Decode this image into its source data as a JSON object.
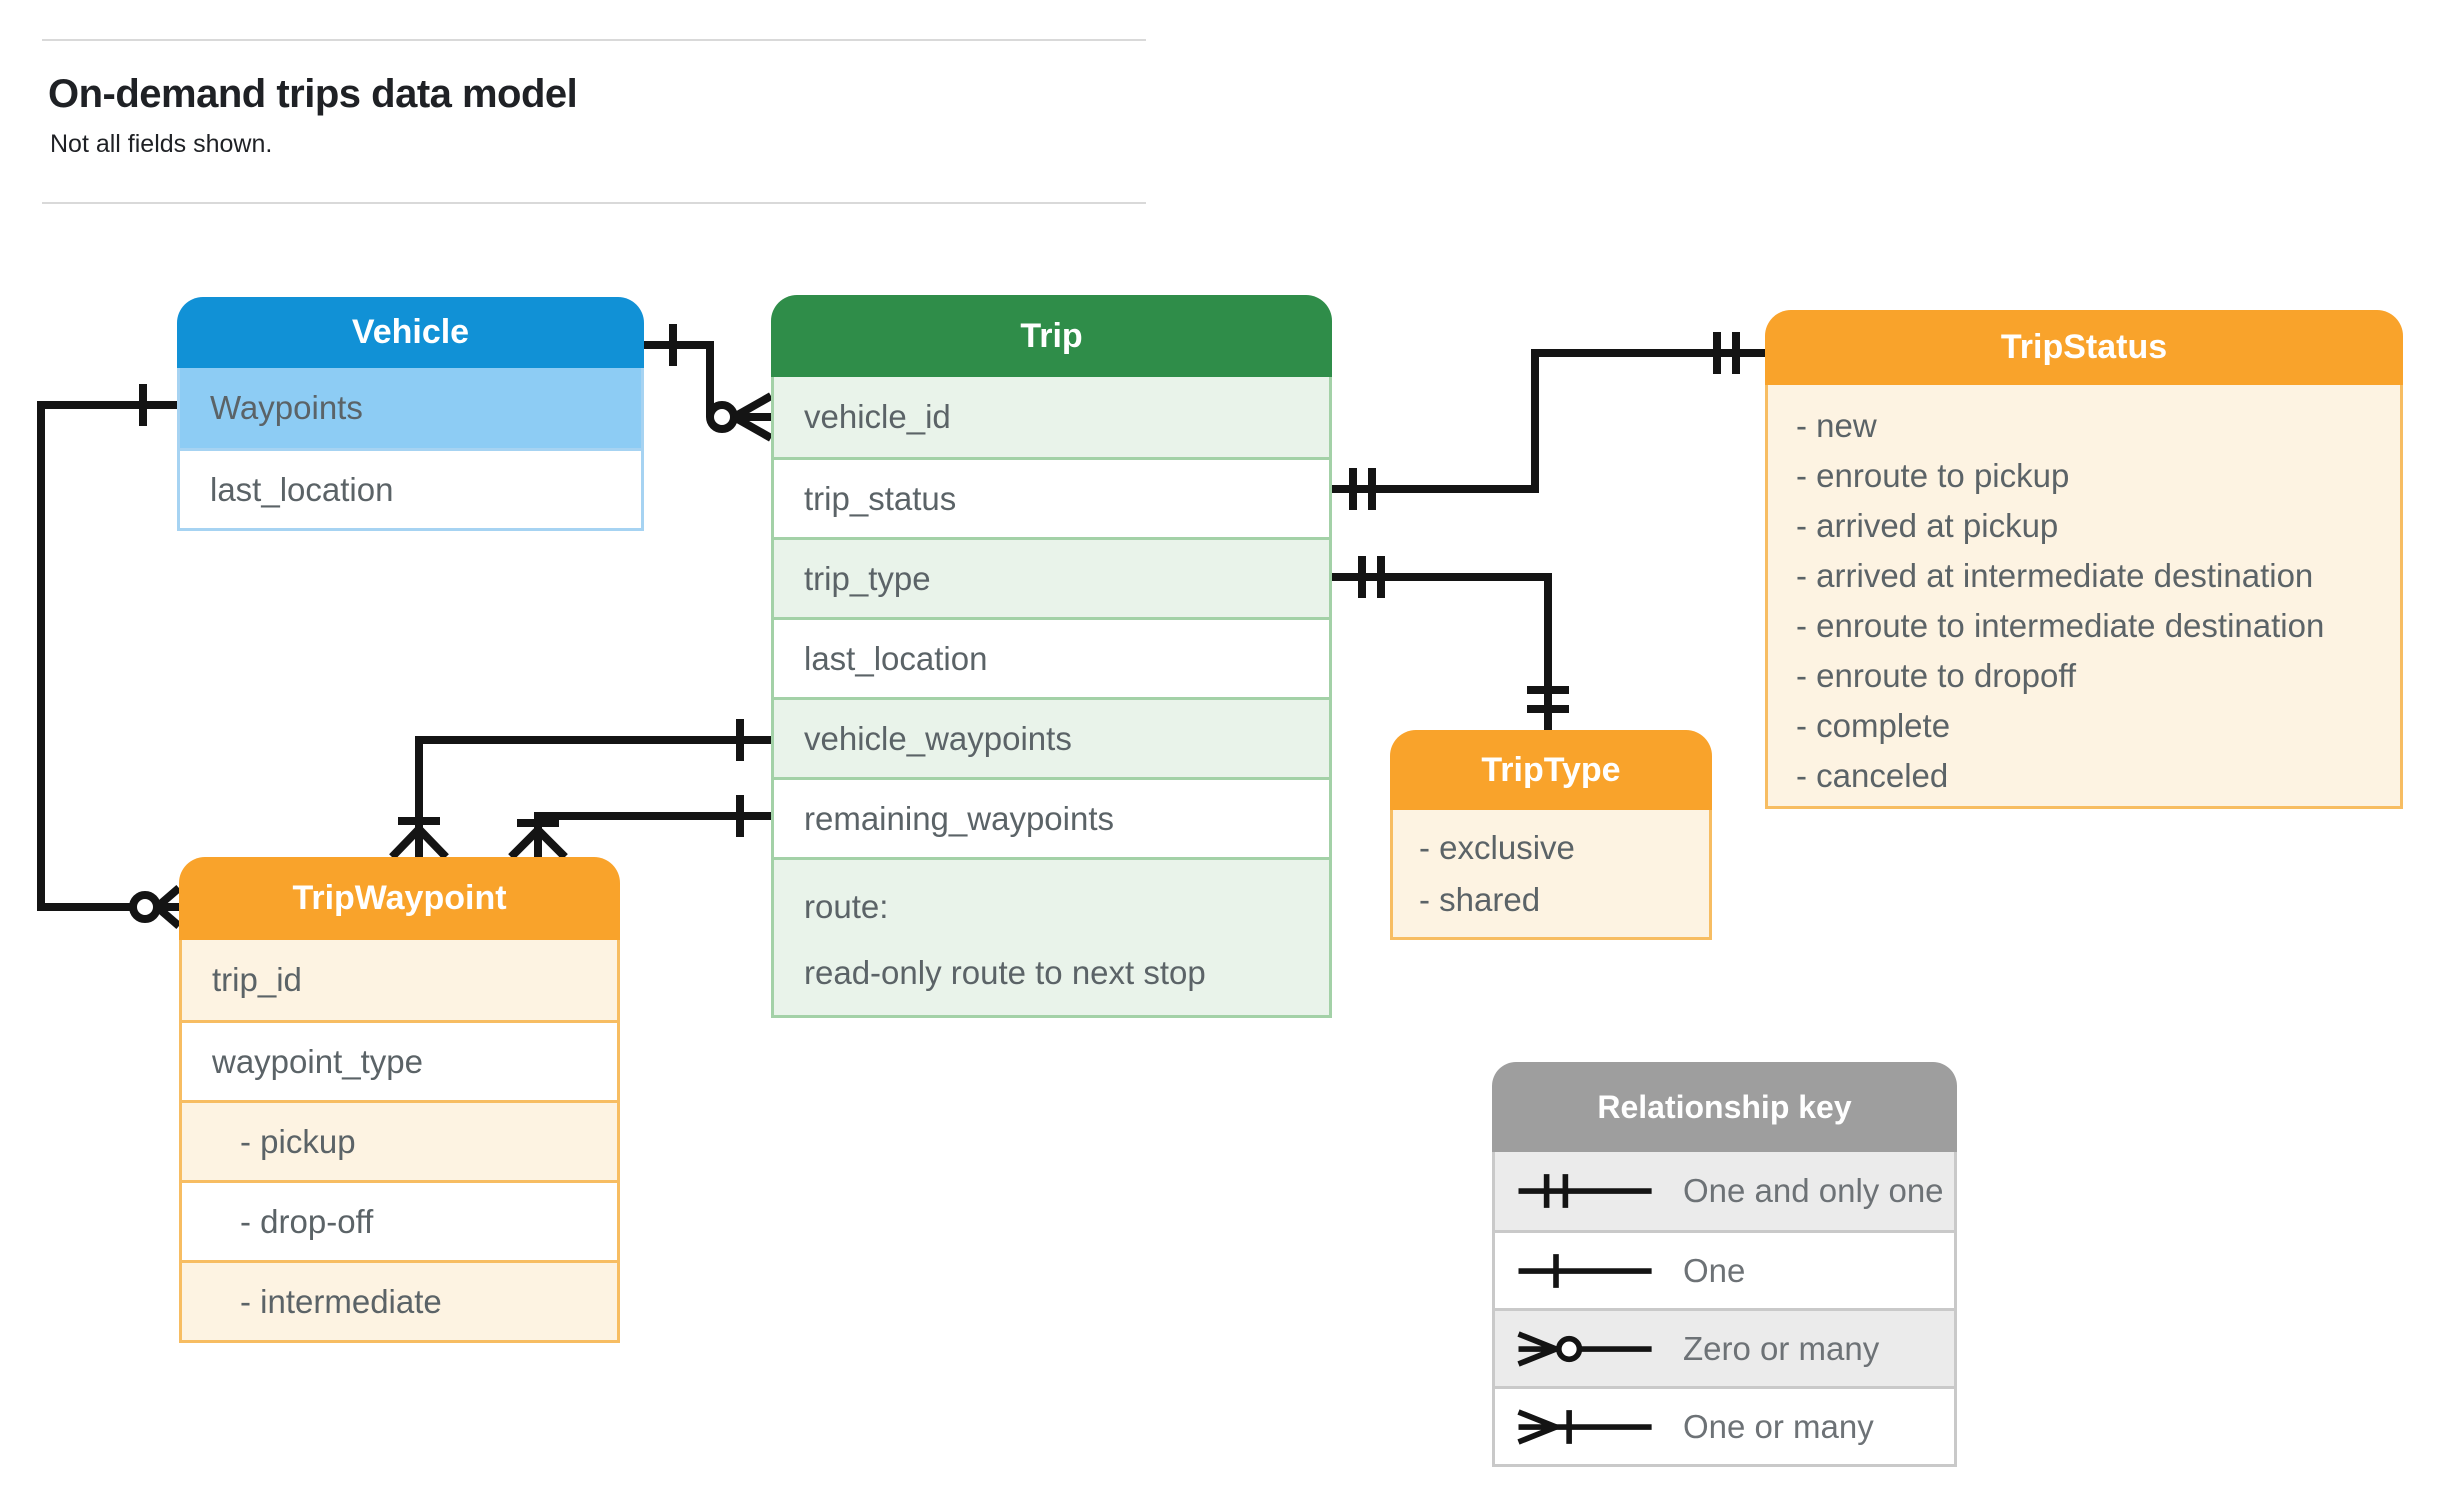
{
  "page": {
    "title": "On-demand trips data model",
    "subtitle": "Not all fields shown."
  },
  "tables": {
    "vehicle": {
      "title": "Vehicle",
      "rows": [
        "Waypoints",
        "last_location"
      ]
    },
    "trip": {
      "title": "Trip",
      "rows": [
        "vehicle_id",
        "trip_status",
        "trip_type",
        "last_location",
        "vehicle_waypoints",
        "remaining_waypoints"
      ],
      "route_row": {
        "line1": "route:",
        "line2": "read-only route to next stop"
      }
    },
    "trip_status": {
      "title": "TripStatus",
      "items": [
        "- new",
        "- enroute to pickup",
        "- arrived at pickup",
        "- arrived at intermediate destination",
        "- enroute to intermediate destination",
        "- enroute to dropoff",
        "- complete",
        "- canceled"
      ]
    },
    "trip_type": {
      "title": "TripType",
      "items": [
        "- exclusive",
        "- shared"
      ]
    },
    "trip_waypoint": {
      "title": "TripWaypoint",
      "rows": [
        "trip_id",
        "waypoint_type"
      ],
      "enum_rows": [
        "- pickup",
        "- drop-off",
        "- intermediate"
      ]
    }
  },
  "legend": {
    "title": "Relationship key",
    "entries": [
      {
        "symbol": "one-and-only-one",
        "label": "One and only one"
      },
      {
        "symbol": "one",
        "label": "One"
      },
      {
        "symbol": "zero-or-many",
        "label": "Zero or many"
      },
      {
        "symbol": "one-or-many",
        "label": "One or many"
      }
    ]
  },
  "relationships": [
    {
      "from": "Vehicle",
      "from_cardinality": "one",
      "to": "Trip.vehicle_id",
      "to_cardinality": "zero-or-many"
    },
    {
      "from": "Vehicle.Waypoints",
      "from_cardinality": "one",
      "to": "TripWaypoint",
      "to_cardinality": "zero-or-many"
    },
    {
      "from": "Trip.trip_status",
      "from_cardinality": "one-and-only-one",
      "to": "TripStatus",
      "to_cardinality": "one-and-only-one"
    },
    {
      "from": "Trip.trip_type",
      "from_cardinality": "one-and-only-one",
      "to": "TripType",
      "to_cardinality": "one-and-only-one"
    },
    {
      "from": "Trip.vehicle_waypoints",
      "from_cardinality": "one",
      "to": "TripWaypoint",
      "to_cardinality": "one-or-many"
    },
    {
      "from": "Trip.remaining_waypoints",
      "from_cardinality": "one",
      "to": "TripWaypoint",
      "to_cardinality": "one-or-many"
    }
  ],
  "colors": {
    "vehicle_header": "#1191d6",
    "vehicle_highlight_row": "#8dccf4",
    "trip_header": "#2f8d49",
    "trip_alt_row": "#e9f3ea",
    "enum_header": "#f9a32b",
    "enum_body": "#fdf3e2",
    "legend_header": "#9e9e9e",
    "legend_alt_row": "#ebebeb",
    "connector": "#141414",
    "body_text": "#5b6367"
  }
}
